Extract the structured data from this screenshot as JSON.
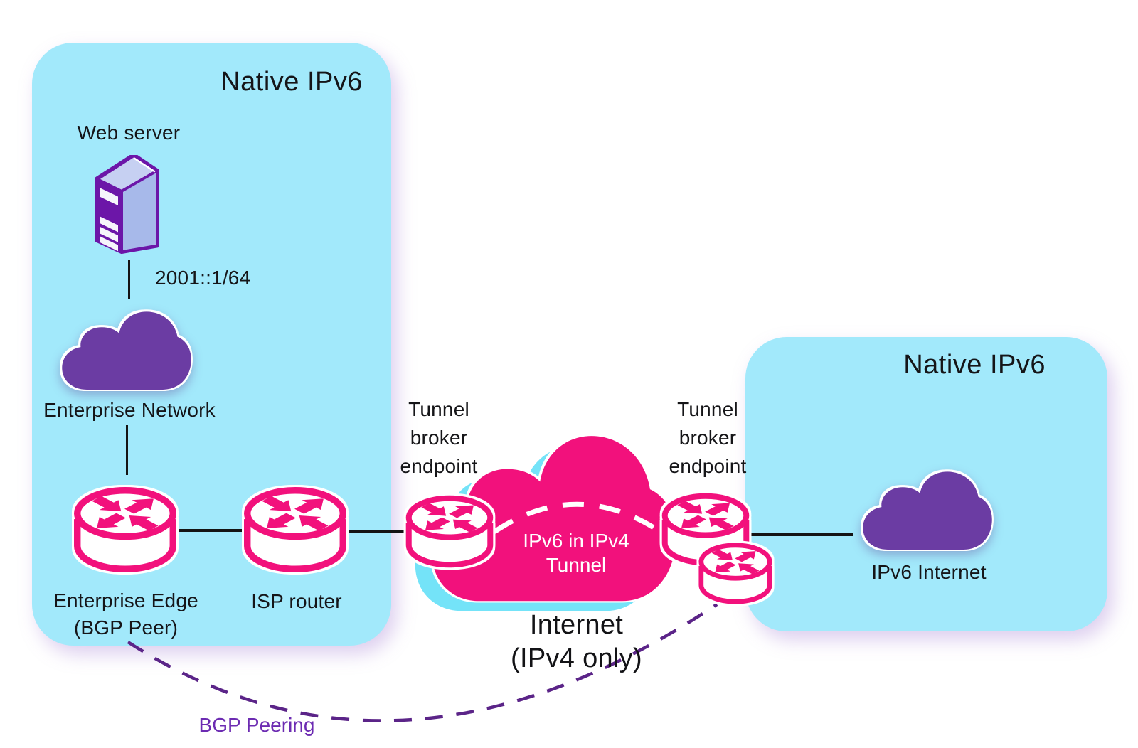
{
  "colors": {
    "panel_cyan": "#a2e9fb",
    "pink": "#f2117c",
    "cyan_cloud": "#74e3f8",
    "purple_cloud": "#6b3ca3",
    "server_outline_purple": "#6c16a8",
    "server_side_face": "#a7b9ea",
    "server_top_face": "#c6d0f2",
    "bgp_dash_purple": "#5b2488",
    "bgp_label_purple": "#6c2bb2",
    "text_black": "#151518",
    "link_line_black": "#141414",
    "white": "#ffffff"
  },
  "left_panel": {
    "title": "Native IPv6",
    "web_server": {
      "label": "Web server",
      "address": "2001::1/64"
    },
    "enterprise_cloud_label": "Enterprise Network",
    "edge_router_label": [
      "Enterprise Edge",
      "(BGP Peer)"
    ],
    "isp_router_label": "ISP router"
  },
  "tunnel": {
    "left_endpoint_label": [
      "Tunnel",
      "broker",
      "endpoint"
    ],
    "right_endpoint_label": [
      "Tunnel",
      "broker",
      "endpoint"
    ],
    "cloud_text": [
      "IPv6 in IPv4",
      "Tunnel"
    ],
    "internet_label": [
      "Internet",
      "(IPv4 only)"
    ]
  },
  "right_panel": {
    "title": "Native IPv6",
    "cloud_label": "IPv6 Internet"
  },
  "bgp_peering_label": "BGP Peering"
}
